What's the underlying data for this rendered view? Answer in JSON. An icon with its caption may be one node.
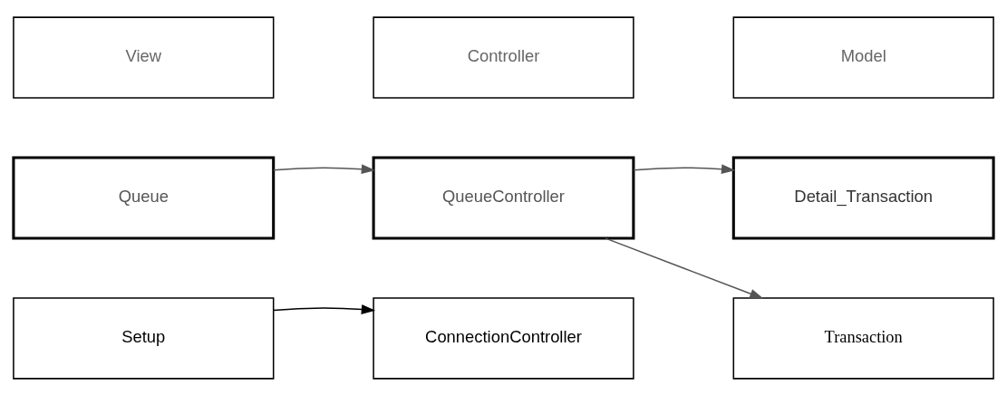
{
  "diagram": {
    "nodes": [
      {
        "text": [
          "View"
        ]
      },
      {
        "text": [
          "Controller"
        ]
      },
      {
        "text": [
          "Model"
        ]
      },
      {
        "text": [
          "Queue"
        ]
      },
      {
        "text": [
          "QueueController"
        ]
      },
      {
        "text": [
          "Detail_Transaction"
        ]
      },
      {
        "text": [
          "Setup"
        ]
      },
      {
        "text": [
          "ConnectionController"
        ]
      },
      {
        "text": [
          "Transaction"
        ]
      }
    ],
    "edges": [
      {
        "from": 3,
        "to": 4,
        "arrow": "to"
      },
      {
        "from": 4,
        "to": 5,
        "arrow": "to"
      },
      {
        "from": 4,
        "to": 8,
        "arrow": "to"
      },
      {
        "from": 6,
        "to": 7,
        "arrow": "to",
        "color": "#000000"
      }
    ]
  }
}
